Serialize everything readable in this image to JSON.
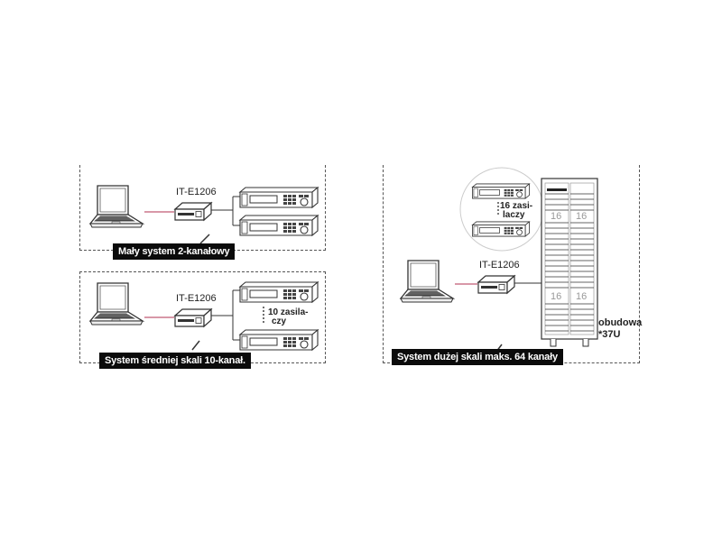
{
  "diagram": {
    "colors": {
      "cable_usb": "#b03050",
      "cable": "#333333",
      "caption_bg": "#0b0b0b",
      "caption_text": "#ffffff",
      "border": "#555555"
    },
    "panels": [
      {
        "id": "small",
        "caption": "Mały system 2-kanałowy",
        "interface_label": "IT-E1206",
        "devices": [
          "laptop-icon",
          "interface-box-icon",
          "power-supply-icon",
          "power-supply-icon"
        ]
      },
      {
        "id": "medium",
        "caption": "System średniej skali 10-kanał.",
        "interface_label": "IT-E1206",
        "supply_note_line1": "10 zasila-",
        "supply_note_line2": "czy",
        "devices": [
          "laptop-icon",
          "interface-box-icon",
          "power-supply-icon",
          "power-supply-icon"
        ]
      },
      {
        "id": "large",
        "caption": "System dużej skali maks. 64 kanały",
        "interface_label": "IT-E1206",
        "zoom_note_line1": "16 zasi-",
        "zoom_note_line2": "laczy",
        "rack_counts": [
          "16",
          "16",
          "16",
          "16"
        ],
        "rack_note_line1": "obudowa",
        "rack_note_line2": "*37U",
        "devices": [
          "laptop-icon",
          "interface-box-icon",
          "rack-cabinet-icon",
          "power-supply-icon",
          "power-supply-icon"
        ]
      }
    ]
  }
}
